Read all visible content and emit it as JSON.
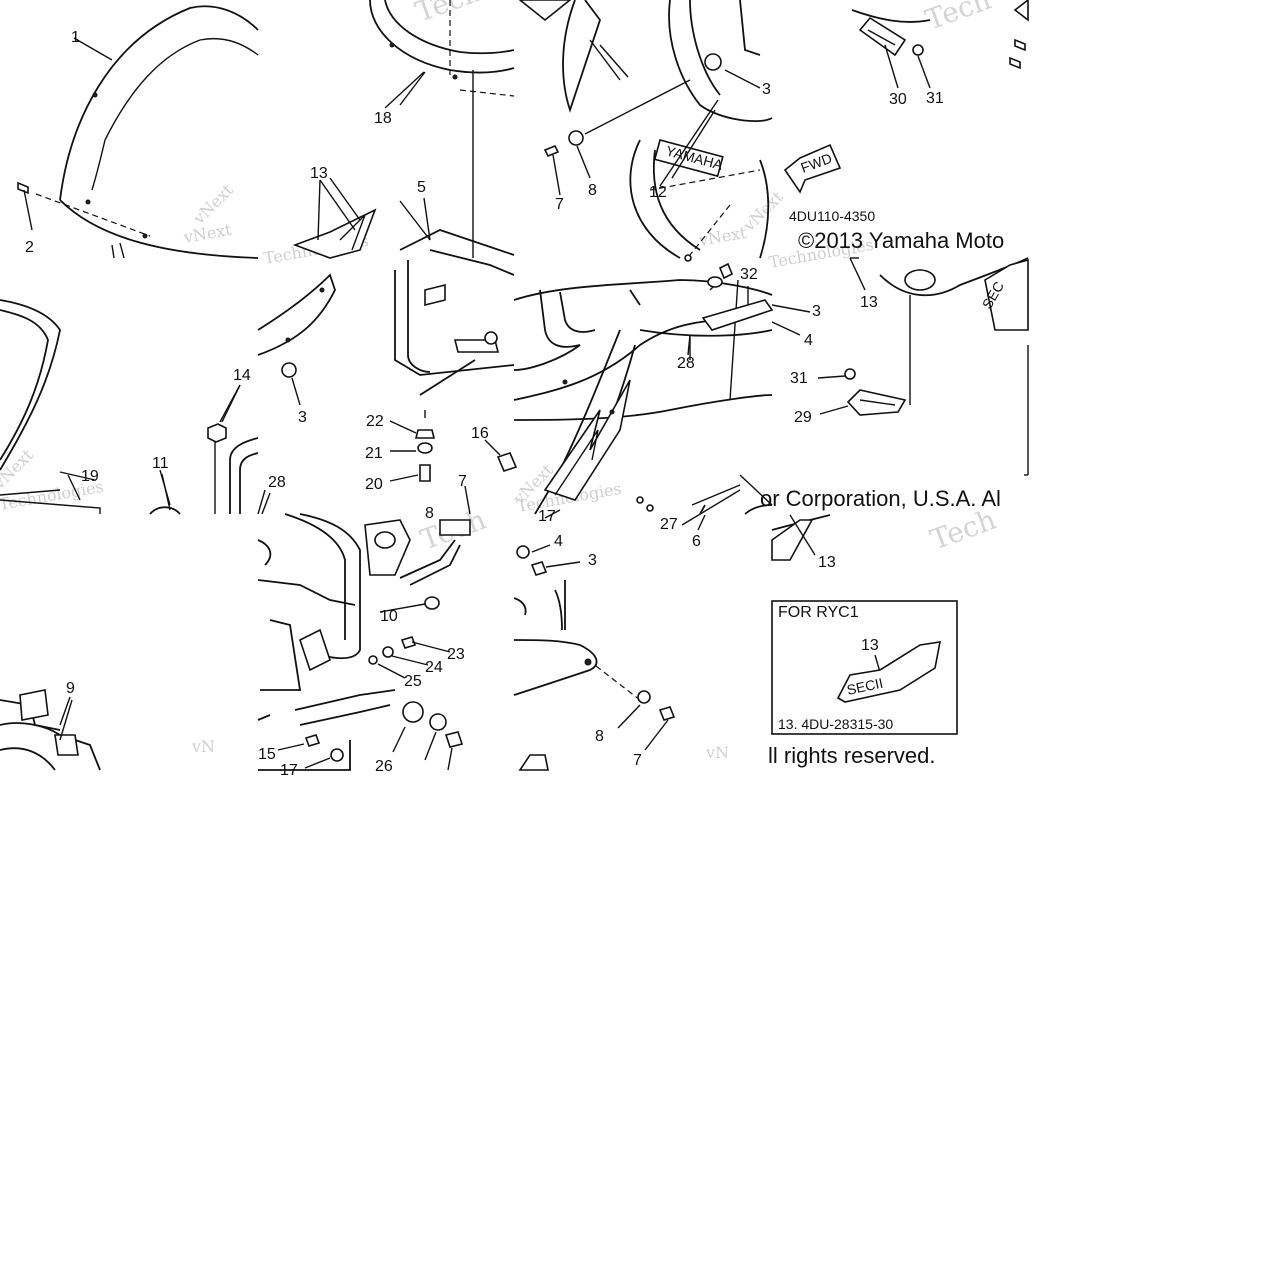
{
  "callouts": [
    {
      "key": "c1",
      "label": "1"
    },
    {
      "key": "c2",
      "label": "2"
    },
    {
      "key": "c3a",
      "label": "3"
    },
    {
      "key": "c3b",
      "label": "3"
    },
    {
      "key": "c3c",
      "label": "3"
    },
    {
      "key": "c3d",
      "label": "3"
    },
    {
      "key": "c4a",
      "label": "4"
    },
    {
      "key": "c4b",
      "label": "4"
    },
    {
      "key": "c5",
      "label": "5"
    },
    {
      "key": "c6",
      "label": "6"
    },
    {
      "key": "c7a",
      "label": "7"
    },
    {
      "key": "c7b",
      "label": "7"
    },
    {
      "key": "c7c",
      "label": "7"
    },
    {
      "key": "c8a",
      "label": "8"
    },
    {
      "key": "c8b",
      "label": "8"
    },
    {
      "key": "c8c",
      "label": "8"
    },
    {
      "key": "c9",
      "label": "9"
    },
    {
      "key": "c10",
      "label": "10"
    },
    {
      "key": "c11",
      "label": "11"
    },
    {
      "key": "c12",
      "label": "12"
    },
    {
      "key": "c13a",
      "label": "13"
    },
    {
      "key": "c13b",
      "label": "13"
    },
    {
      "key": "c13c",
      "label": "13"
    },
    {
      "key": "c13d",
      "label": "13"
    },
    {
      "key": "c14",
      "label": "14"
    },
    {
      "key": "c15",
      "label": "15"
    },
    {
      "key": "c16",
      "label": "16"
    },
    {
      "key": "c17a",
      "label": "17"
    },
    {
      "key": "c17b",
      "label": "17"
    },
    {
      "key": "c18",
      "label": "18"
    },
    {
      "key": "c19",
      "label": "19"
    },
    {
      "key": "c20",
      "label": "20"
    },
    {
      "key": "c21",
      "label": "21"
    },
    {
      "key": "c22",
      "label": "22"
    },
    {
      "key": "c23",
      "label": "23"
    },
    {
      "key": "c24",
      "label": "24"
    },
    {
      "key": "c25",
      "label": "25"
    },
    {
      "key": "c26",
      "label": "26"
    },
    {
      "key": "c27",
      "label": "27"
    },
    {
      "key": "c28a",
      "label": "28"
    },
    {
      "key": "c28b",
      "label": "28"
    },
    {
      "key": "c29",
      "label": "29"
    },
    {
      "key": "c30",
      "label": "30"
    },
    {
      "key": "c31a",
      "label": "31"
    },
    {
      "key": "c31b",
      "label": "31"
    },
    {
      "key": "c32",
      "label": "32"
    }
  ],
  "diagram_code": "4DU110-4350",
  "copyright": {
    "line1": "©2013 Yamaha Moto",
    "line2": "or Corporation, U.S.A. Al",
    "line3": "ll rights reserved."
  },
  "inset": {
    "title": "FOR RYC1",
    "part_number_label": "13",
    "part_number": "13.  4DU-28315-30",
    "emblem_text": "SECII"
  },
  "decals": {
    "yamaha": "YAMAHA",
    "fwd": "FWD",
    "sec": "SEC"
  },
  "watermarks": {
    "brand": "vNext",
    "brand2": "Technologies",
    "tech": "Tech"
  }
}
